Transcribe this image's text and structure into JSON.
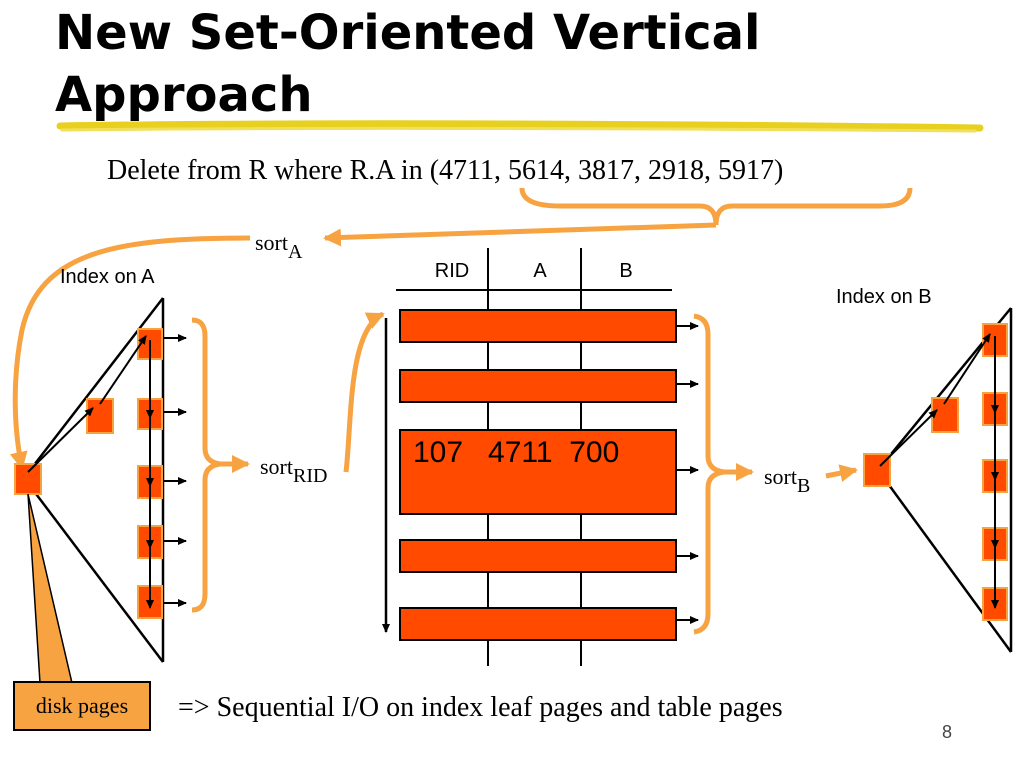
{
  "slide": {
    "title": "New Set-Oriented Vertical Approach",
    "query": "Delete from R where R.A in (4711, 5614, 3817, 2918, 5917)",
    "summary": "=> Sequential I/O on index leaf pages and table pages",
    "page_number": "8"
  },
  "labels": {
    "index_a": "Index on A",
    "index_b": "Index on B",
    "disk_pages": "disk pages",
    "sort_word": "sort",
    "sort_a_sub": "A",
    "sort_rid_sub": "RID",
    "sort_b_sub": "B"
  },
  "table": {
    "headers": [
      "RID",
      "A",
      "B"
    ],
    "highlighted_row": "107   4711  700"
  },
  "colors": {
    "page_fill": "#ff4a00",
    "page_border": "#f7a342",
    "arrow_orange": "#f7a342",
    "underline_yellow": "#e8d020"
  }
}
